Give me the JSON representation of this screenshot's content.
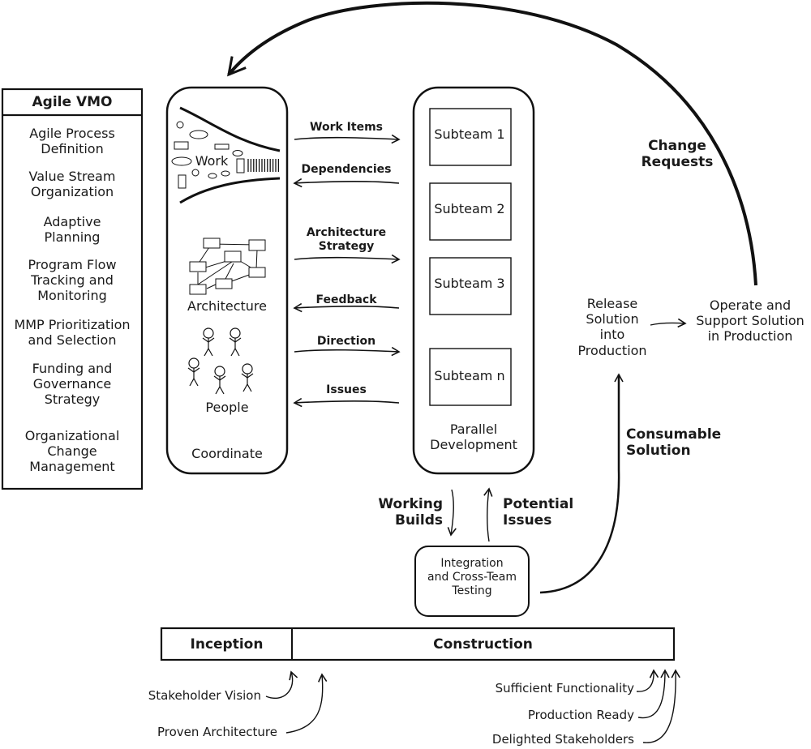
{
  "vmo": {
    "title": "Agile VMO",
    "items": [
      "Agile Process\nDefinition",
      "Value Stream\nOrganization",
      "Adaptive\nPlanning",
      "Program Flow\nTracking and\nMonitoring",
      "MMP Prioritization\nand Selection",
      "Funding and\nGovernance\nStrategy",
      "Organizational\nChange\nManagement"
    ]
  },
  "coordinate": {
    "work_label": "Work",
    "architecture_label": "Architecture",
    "people_label": "People",
    "footer_label": "Coordinate"
  },
  "flows": [
    {
      "label": "Work Items",
      "direction": "right"
    },
    {
      "label": "Dependencies",
      "direction": "left"
    },
    {
      "label": "Architecture\nStrategy",
      "direction": "right"
    },
    {
      "label": "Feedback",
      "direction": "left"
    },
    {
      "label": "Direction",
      "direction": "right"
    },
    {
      "label": "Issues",
      "direction": "left"
    }
  ],
  "parallel": {
    "subteams": [
      "Subteam 1",
      "Subteam 2",
      "Subteam 3",
      "Subteam n"
    ],
    "footer_label": "Parallel\nDevelopment"
  },
  "integration": {
    "label": "Integration\nand Cross-Team\nTesting",
    "working_builds": "Working\nBuilds",
    "potential_issues": "Potential\nIssues"
  },
  "release": {
    "release_label": "Release\nSolution\ninto\nProduction",
    "operate_label": "Operate and\nSupport Solution\nin Production",
    "consumable_solution": "Consumable\nSolution",
    "change_requests": "Change\nRequests"
  },
  "phases": {
    "inception": "Inception",
    "construction": "Construction"
  },
  "milestones": {
    "inception": [
      "Stakeholder Vision",
      "Proven Architecture"
    ],
    "construction": [
      "Sufficient Functionality",
      "Production Ready",
      "Delighted Stakeholders"
    ]
  }
}
